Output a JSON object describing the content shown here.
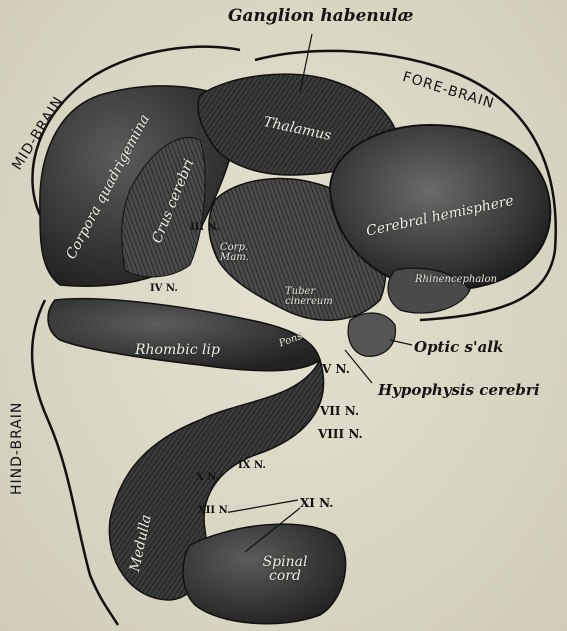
{
  "labels": {
    "ganglion_habenulae": "Ganglion habenulæ",
    "fore_brain": "FORE-BRAIN",
    "mid_brain": "MID-BRAIN",
    "hind_brain": "HIND-BRAIN",
    "thalamus": "Thalamus",
    "corpora_quadrigemina": "Corpora quadrigemina",
    "crus_cerebri": "Crus cerebri",
    "cerebral_hemisphere": "Cerebral hemisphere",
    "rhinencephalon": "Rhinencephalon",
    "tuber_cinereum": "Tuber cinereum",
    "corp_mam": "Corp. Mam.",
    "optic_stalk": "Optic s'alk",
    "hypophysis_cerebri": "Hypophysis cerebri",
    "rhombic_lip": "Rhombic lip",
    "pons": "Pons",
    "medulla": "Medulla",
    "spinal_cord": "Spinal cord"
  },
  "nerves": {
    "iii": "III N.",
    "iv": "IV N.",
    "v": "V N.",
    "vii": "VII N.",
    "viii": "VIII N.",
    "ix": "IX N.",
    "x": "X N.",
    "xi": "XI N.",
    "xii": "XII N."
  }
}
